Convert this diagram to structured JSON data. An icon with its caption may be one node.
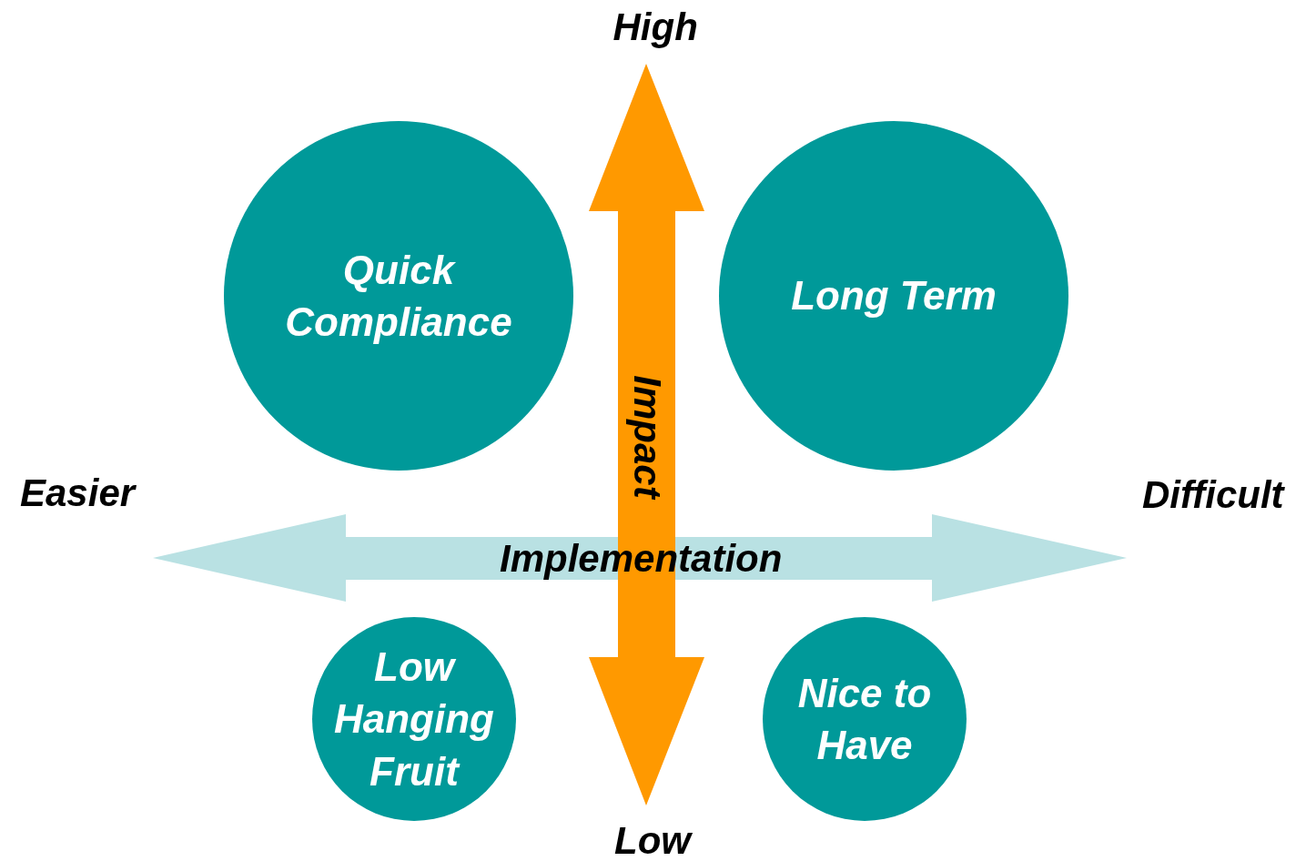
{
  "diagram": {
    "nodes": [
      {
        "text": [
          "Quick Compliance"
        ]
      },
      {
        "text": [
          "Long Term"
        ]
      },
      {
        "text": [
          "Low Hanging Fruit"
        ]
      },
      {
        "text": [
          "Nice to Have"
        ]
      }
    ],
    "labels": [
      "High",
      "Impact",
      "Easier",
      "Difficult",
      "Implementation",
      "Low"
    ]
  }
}
